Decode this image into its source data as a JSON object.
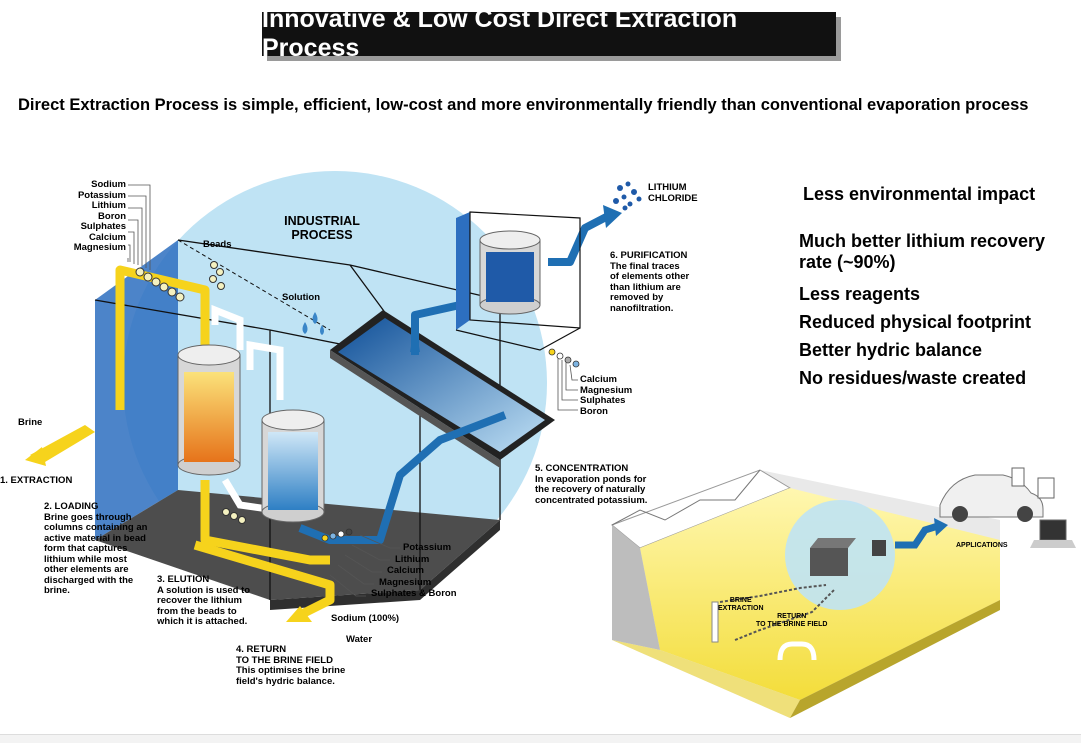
{
  "header": {
    "title": "Innovative & Low Cost Direct Extraction Process",
    "subtitle": "Direct Extraction Process is simple, efficient, low-cost and more environmentally friendly than conventional evaporation process"
  },
  "diagram": {
    "industrial_process": "INDUSTRIAL\nPROCESS",
    "input_elements": [
      "Sodium",
      "Potassium",
      "Lithium",
      "Boron",
      "Sulphates",
      "Calcium",
      "Magnesium"
    ],
    "beads": "Beads",
    "solution": "Solution",
    "brine": "Brine",
    "step1": "1. EXTRACTION",
    "step2": "2. LOADING\nBrine goes through\ncolumns containing an\nactive material in bead\nform that captures\nlithium while most\nother elements are\ndischarged with the\nbrine.",
    "step3": "3. ELUTION\nA solution is used to\nrecover the lithium\nfrom the beads to\nwhich it is attached.",
    "step4": "4. RETURN\nTO THE BRINE FIELD\nThis optimises the brine\nfield's hydric balance.",
    "step5": "5. CONCENTRATION\nIn evaporation ponds for\nthe recovery of naturally\nconcentrated potassium.",
    "step6": "6. PURIFICATION\nThe final traces\nof elements other\nthan lithium are\nremoved by\nnanofiltration.",
    "product": "LITHIUM\nCHLORIDE",
    "purification_removed": [
      "Calcium",
      "Magnesium",
      "Sulphates",
      "Boron"
    ],
    "elution_outputs": [
      "Potassium",
      "Lithium",
      "Calcium",
      "Magnesium",
      "Sulphates & Boron"
    ],
    "sodium": "Sodium (100%)",
    "water": "Water",
    "field_brine_extraction": "BRINE\nEXTRACTION",
    "field_return": "RETURN\nTO THE BRINE FIELD",
    "applications": "APPLICATIONS"
  },
  "benefits": {
    "heading": "Less environmental impact",
    "items": [
      "Much better lithium recovery rate (~90%)",
      "Less reagents",
      "Reduced physical footprint",
      "Better hydric balance",
      "No residues/waste created"
    ]
  },
  "colors": {
    "circle": "#bfe3f4",
    "brine_yellow": "#f6d31c",
    "process_blue": "#1f6fb3",
    "floor": "#4a4a4a"
  }
}
